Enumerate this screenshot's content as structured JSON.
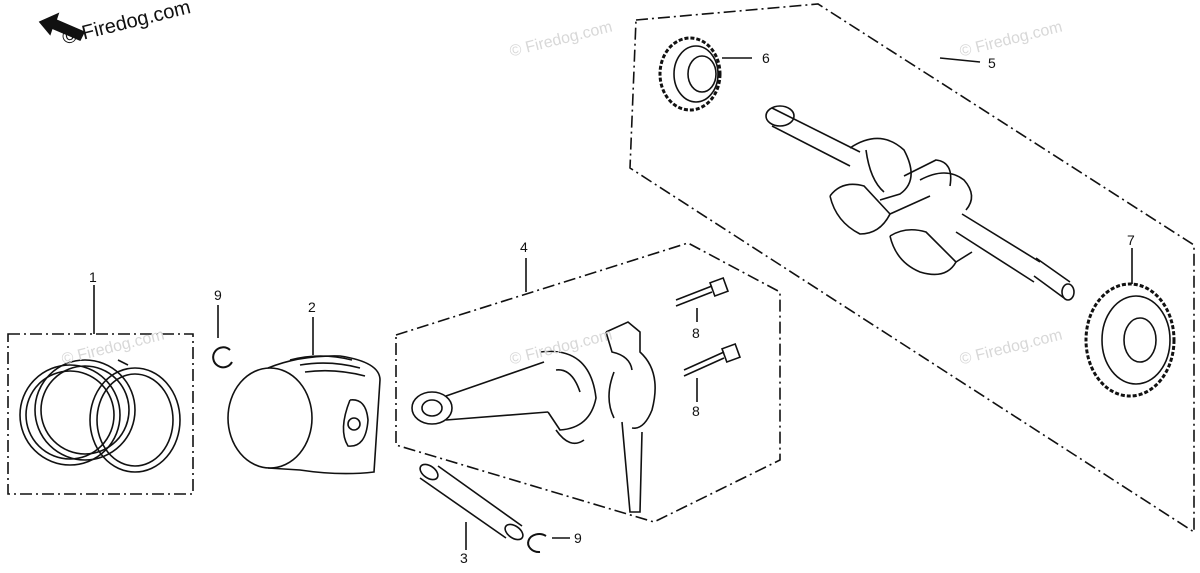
{
  "watermark": {
    "main_text": "© Firedog.com",
    "repeat_text": "© Firedog.com"
  },
  "callouts": [
    {
      "id": "1",
      "label": "1"
    },
    {
      "id": "2",
      "label": "2"
    },
    {
      "id": "3",
      "label": "3"
    },
    {
      "id": "4",
      "label": "4"
    },
    {
      "id": "5",
      "label": "5"
    },
    {
      "id": "6",
      "label": "6"
    },
    {
      "id": "7",
      "label": "7"
    },
    {
      "id": "8a",
      "label": "8"
    },
    {
      "id": "8b",
      "label": "8"
    },
    {
      "id": "9a",
      "label": "9"
    },
    {
      "id": "9b",
      "label": "9"
    }
  ],
  "colors": {
    "line": "#111111",
    "watermark": "#d8d8d8"
  }
}
